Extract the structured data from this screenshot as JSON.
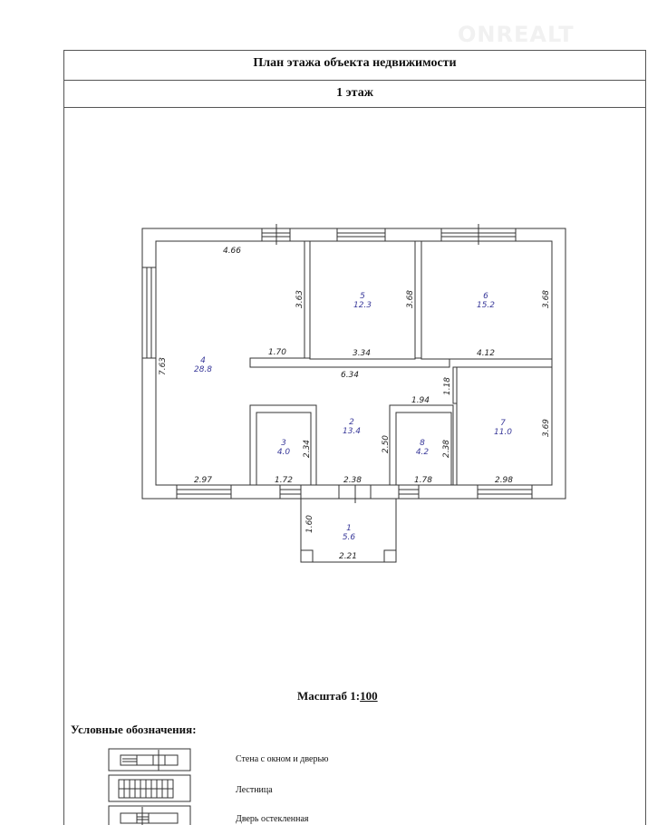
{
  "header": {
    "title": "План этажа объекта недвижимости",
    "floor": "1 этаж"
  },
  "watermark": "ONREALT",
  "rooms": [
    {
      "num": "1",
      "area": "5.6"
    },
    {
      "num": "2",
      "area": "13.4"
    },
    {
      "num": "3",
      "area": "4.0"
    },
    {
      "num": "4",
      "area": "28.8"
    },
    {
      "num": "5",
      "area": "12.3"
    },
    {
      "num": "6",
      "area": "15.2"
    },
    {
      "num": "7",
      "area": "11.0"
    },
    {
      "num": "8",
      "area": "4.2"
    }
  ],
  "dims": [
    "4.66",
    "3.63",
    "3.68",
    "3.68",
    "1.70",
    "3.34",
    "4.12",
    "7.63",
    "6.34",
    "1.18",
    "1.94",
    "2.34",
    "2.50",
    "2.38",
    "3.69",
    "2.97",
    "1.72",
    "2.38",
    "1.78",
    "2.98",
    "1.60",
    "2.21"
  ],
  "scale": {
    "label": "Масштаб 1:",
    "value": "100"
  },
  "legend": {
    "title": "Условные обозначения:",
    "items": [
      "Стена с окном и дверью",
      "Лестница",
      "Дверь остекленная"
    ]
  }
}
